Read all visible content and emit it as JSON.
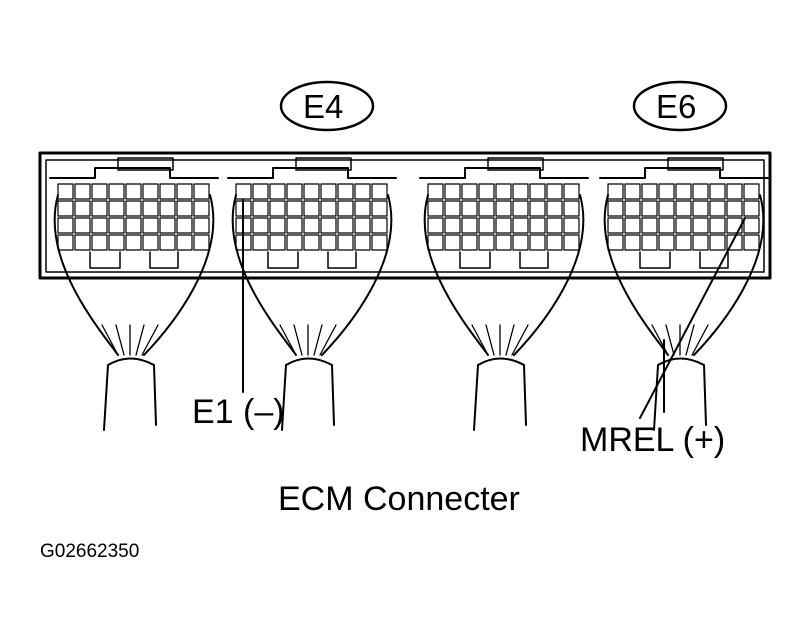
{
  "connectors": [
    {
      "label": "E4"
    },
    {
      "label": "E6"
    }
  ],
  "terminals": {
    "e1": "E1 (–)",
    "mrel": "MREL (+)"
  },
  "caption": "ECM Connecter",
  "figure_id": "G02662350",
  "colors": {
    "line": "#000000",
    "background": "#ffffff"
  }
}
